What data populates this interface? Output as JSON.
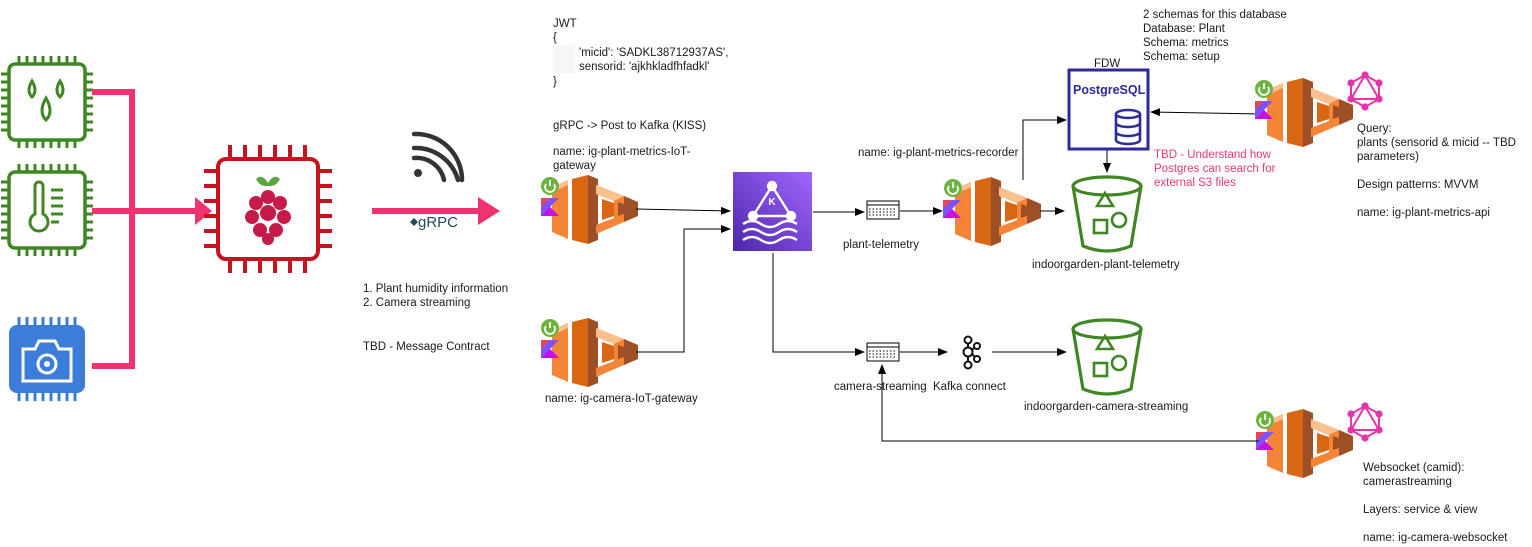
{
  "jwt": {
    "title": "JWT",
    "open": "{",
    "line1": "'micid': 'SADKL38712937AS',",
    "line2": "sensorid: 'ajkhkladfhfadkl'",
    "close": "}"
  },
  "grpc_note": "gRPC -> Post to Kafka (KISS)",
  "grpc_logo": "gRPC",
  "plant_gateway_name": "name: ig-plant-metrics-IoT-",
  "plant_gateway_name_2": "gateway",
  "camera_gateway_name": "name: ig-camera-IoT-gateway",
  "message_items": [
    "1. Plant humidity information",
    "2. Camera streaming"
  ],
  "message_contract": "TBD - Message Contract",
  "recorder_name": "name: ig-plant-metrics-recorder",
  "topic_plant": "plant-telemetry",
  "topic_camera": "camera-streaming",
  "kafka_connect": "Kafka connect",
  "bucket_plant": "indoorgarden-plant-telemetry",
  "bucket_camera": "indoorgarden-camera-streaming",
  "fdw": "FDW",
  "postgres_label": "PostgreSQL",
  "db_notes": [
    "2 schemas for this database",
    "Database: Plant",
    "Schema: metrics",
    "Schema: setup"
  ],
  "tbd_postgres": [
    "TBD - Understand how",
    "Postgres can search for",
    "external S3 files"
  ],
  "api_notes": {
    "query": "Query:",
    "query_detail_1": "plants (sensorid & micid -- TBD",
    "query_detail_2": "parameters)",
    "design": "Design patterns: MVVM",
    "name": "name: ig-plant-metrics-api"
  },
  "ws_notes": {
    "line1": "Websocket (camid):",
    "line2": "camerastreaming",
    "layers": "Layers: service & view",
    "name": "name: ig-camera-websocket"
  },
  "colors": {
    "sensor_green": "#3f8624",
    "sensor_blue": "#3b7dd8",
    "arrow_pink": "#f0336f",
    "raspberry_chip": "#c7131f",
    "ecs_orange": "#f58536",
    "ecs_dark": "#9d5025",
    "kafka_purple": "#4d27aa",
    "bucket_green": "#3f8624",
    "postgres_blue": "#2d2a9e",
    "graphql_pink": "#e535ab",
    "spring_green": "#6db33f"
  }
}
